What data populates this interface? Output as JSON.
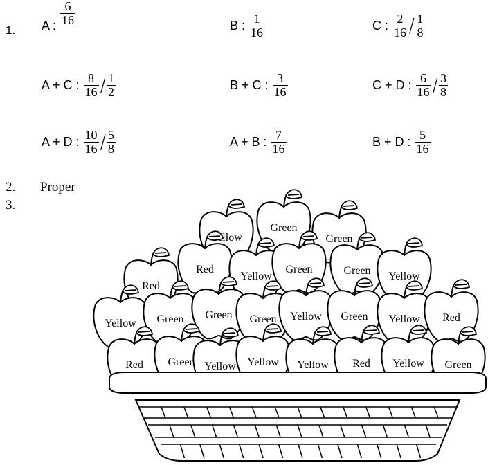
{
  "q1": {
    "number": "1.",
    "rows": [
      [
        {
          "label": "A :",
          "fractions": [
            {
              "n": "6",
              "d": "16"
            }
          ],
          "raised": true
        },
        {
          "label": "B :",
          "fractions": [
            {
              "n": "1",
              "d": "16"
            }
          ],
          "raised": false
        },
        {
          "label": "C :",
          "fractions": [
            {
              "n": "2",
              "d": "16"
            },
            {
              "n": "1",
              "d": "8"
            }
          ],
          "raised": false
        }
      ],
      [
        {
          "label": "A + C :",
          "fractions": [
            {
              "n": "8",
              "d": "16"
            },
            {
              "n": "1",
              "d": "2"
            }
          ],
          "raised": false
        },
        {
          "label": "B + C :",
          "fractions": [
            {
              "n": "3",
              "d": "16"
            }
          ],
          "raised": false
        },
        {
          "label": "C + D :",
          "fractions": [
            {
              "n": "6",
              "d": "16"
            },
            {
              "n": "3",
              "d": "8"
            }
          ],
          "raised": false
        }
      ],
      [
        {
          "label": "A + D :",
          "fractions": [
            {
              "n": "10",
              "d": "16"
            },
            {
              "n": "5",
              "d": "8"
            }
          ],
          "raised": false
        },
        {
          "label": "A + B :",
          "fractions": [
            {
              "n": "7",
              "d": "16"
            }
          ],
          "raised": false
        },
        {
          "label": "B + D :",
          "fractions": [
            {
              "n": "5",
              "d": "16"
            }
          ],
          "raised": false
        }
      ]
    ]
  },
  "q2": {
    "number": "2.",
    "answer": "Proper"
  },
  "q3": {
    "number": "3.",
    "apples": [
      "Yellow",
      "Green",
      "Green",
      "Red",
      "Red",
      "Yellow",
      "Green",
      "Green",
      "Yellow",
      "Yellow",
      "Green",
      "Green",
      "Green",
      "Yellow",
      "Green",
      "Yellow",
      "Red",
      "Red",
      "Green",
      "Yellow",
      "Yellow",
      "Yellow",
      "Red",
      "Yellow",
      "Green"
    ]
  }
}
